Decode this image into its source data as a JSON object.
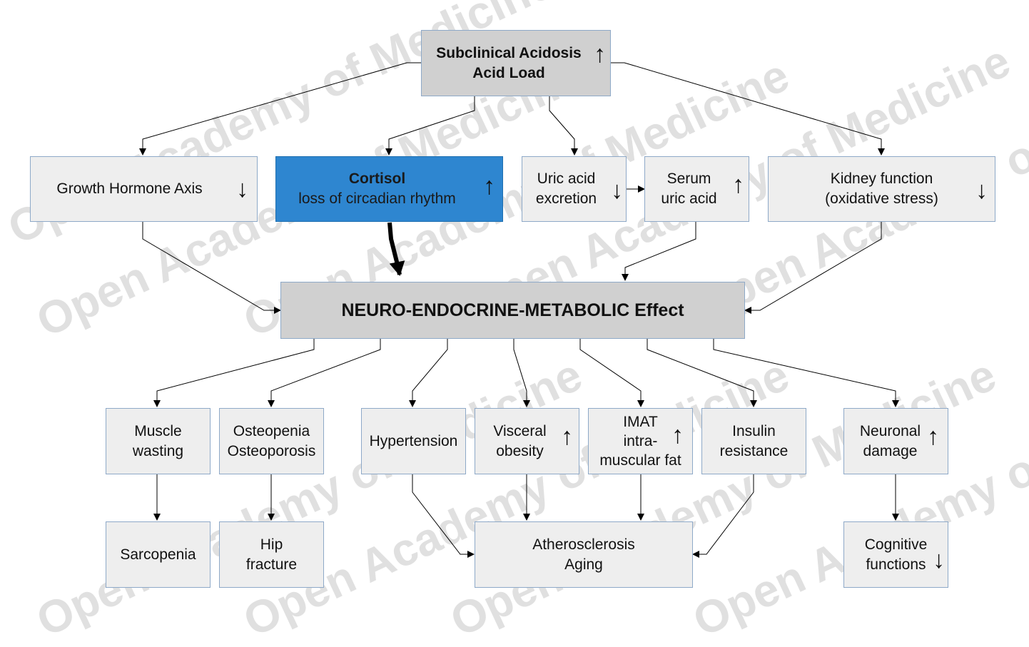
{
  "watermark": "Open Academy of Medicine",
  "colors": {
    "box_fill": "#eeeeee",
    "box_border": "#8ea9c8",
    "gray_fill": "#d0d0d0",
    "cortisol_fill": "#2e86d0"
  },
  "icons": {
    "up": "up-arrow-icon",
    "down": "down-arrow-icon"
  },
  "nodes": {
    "acid_load": {
      "line1": "Subclinical Acidosis",
      "line2": "Acid Load"
    },
    "growth_hormone": {
      "line1": "Growth Hormone Axis"
    },
    "cortisol": {
      "line1": "Cortisol",
      "line2": "loss of circadian rhythm"
    },
    "uric_excretion": {
      "line1": "Uric acid",
      "line2": "excretion"
    },
    "serum_uric": {
      "line1": "Serum",
      "line2": "uric acid"
    },
    "kidney": {
      "line1": "Kidney function",
      "line2": "(oxidative stress)"
    },
    "nem": {
      "line1": "NEURO-ENDOCRINE-METABOLIC Effect"
    },
    "muscle": {
      "line1": "Muscle",
      "line2": "wasting"
    },
    "osteo": {
      "line1": "Osteopenia",
      "line2": "Osteoporosis"
    },
    "hypertension": {
      "line1": "Hypertension"
    },
    "visceral": {
      "line1": "Visceral",
      "line2": "obesity"
    },
    "imat": {
      "line1": "IMAT",
      "line2": "intra-",
      "line3": "muscular fat"
    },
    "insulin": {
      "line1": "Insulin",
      "line2": "resistance"
    },
    "neuronal": {
      "line1": "Neuronal",
      "line2": "damage"
    },
    "sarcopenia": {
      "line1": "Sarcopenia"
    },
    "hip": {
      "line1": "Hip",
      "line2": "fracture"
    },
    "athero": {
      "line1": "Atherosclerosis",
      "line2": "Aging"
    },
    "cognitive": {
      "line1": "Cognitive",
      "line2": "functions"
    }
  },
  "indicators": {
    "up": "↑",
    "down": "↓",
    "right": "→"
  }
}
